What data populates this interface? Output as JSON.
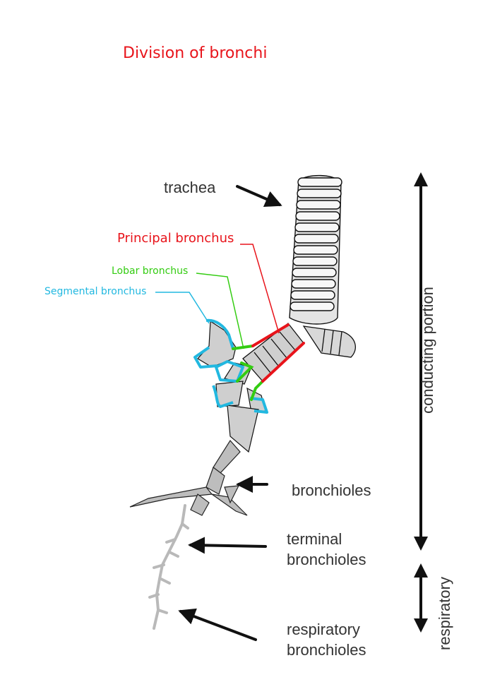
{
  "title": "Division of bronchi",
  "labels": {
    "trachea": "trachea",
    "principal_bronchus": "Principal bronchus",
    "lobar_bronchus": "Lobar bronchus",
    "segmental_bronchus": "Segmental bronchus",
    "bronchioles": "bronchioles",
    "terminal_line1": "terminal",
    "terminal_line2": "bronchioles",
    "respiratory_line1": "respiratory",
    "respiratory_line2": "bronchioles",
    "conducting_portion": "conducting portion",
    "respiratory_portion": "respiratory"
  },
  "colors": {
    "title": "#e8141b",
    "principal": "#e8141b",
    "lobar": "#33cc11",
    "segmental": "#22b8e0",
    "text": "#333333"
  }
}
